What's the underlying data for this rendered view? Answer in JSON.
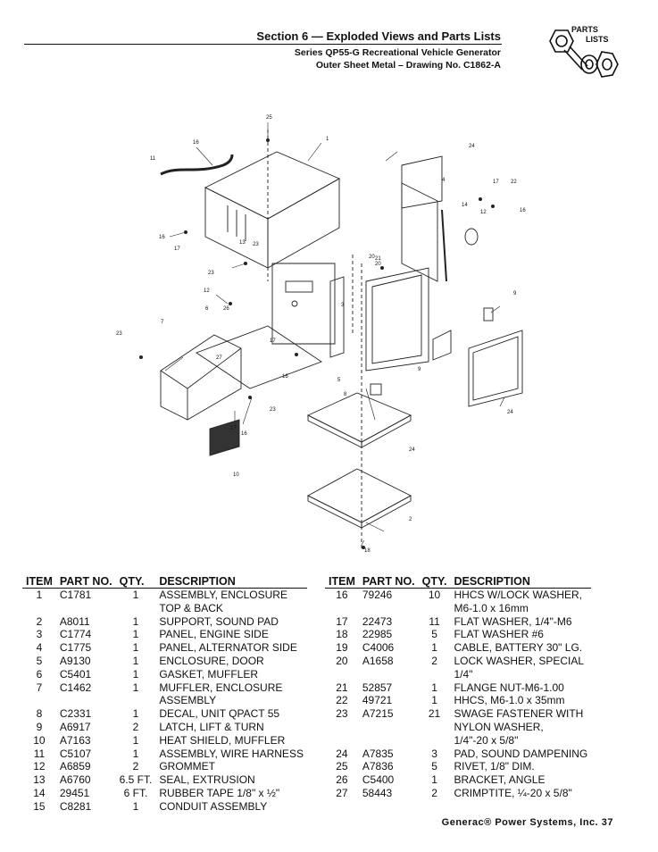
{
  "header": {
    "title": "Section 6 — Exploded Views and Parts Lists",
    "subtitle1": "Series QP55-G Recreational Vehicle Generator",
    "subtitle2": "Outer Sheet Metal – Drawing No. C1862-A",
    "badge_line1": "PARTS",
    "badge_line2": "LISTS",
    "badge_icon": "nut-bolt-icon"
  },
  "diagram": {
    "callouts": [
      "25",
      "1",
      "16",
      "11",
      "16",
      "17",
      "13",
      "23",
      "23",
      "12",
      "26",
      "6",
      "3",
      "7",
      "23",
      "17",
      "27",
      "16",
      "23",
      "17",
      "16",
      "10",
      "24",
      "4",
      "17",
      "22",
      "14",
      "12",
      "16",
      "20",
      "20",
      "21",
      "9",
      "5",
      "8",
      "9",
      "24",
      "24",
      "2",
      "18"
    ]
  },
  "table": {
    "headers": {
      "item": "ITEM",
      "part": "PART NO.",
      "qty": "QTY.",
      "desc": "DESCRIPTION"
    },
    "left_rows": [
      {
        "item": "1",
        "part": "C1781",
        "qty": "1",
        "desc": "ASSEMBLY, ENCLOSURE"
      },
      {
        "item": "",
        "part": "",
        "qty": "",
        "desc": "TOP & BACK"
      },
      {
        "item": "2",
        "part": "A8011",
        "qty": "1",
        "desc": "SUPPORT, SOUND PAD"
      },
      {
        "item": "3",
        "part": "C1774",
        "qty": "1",
        "desc": "PANEL, ENGINE SIDE"
      },
      {
        "item": "4",
        "part": "C1775",
        "qty": "1",
        "desc": "PANEL, ALTERNATOR SIDE"
      },
      {
        "item": "5",
        "part": "A9130",
        "qty": "1",
        "desc": "ENCLOSURE, DOOR"
      },
      {
        "item": "6",
        "part": "C5401",
        "qty": "1",
        "desc": "GASKET, MUFFLER"
      },
      {
        "item": "7",
        "part": "C1462",
        "qty": "1",
        "desc": "MUFFLER, ENCLOSURE"
      },
      {
        "item": "",
        "part": "",
        "qty": "",
        "desc": "ASSEMBLY"
      },
      {
        "item": "8",
        "part": "C2331",
        "qty": "1",
        "desc": "DECAL, UNIT QPACT 55"
      },
      {
        "item": "9",
        "part": "A6917",
        "qty": "2",
        "desc": "LATCH, LIFT & TURN"
      },
      {
        "item": "10",
        "part": "A7163",
        "qty": "1",
        "desc": "HEAT SHIELD, MUFFLER"
      },
      {
        "item": "11",
        "part": "C5107",
        "qty": "1",
        "desc": "ASSEMBLY, WIRE HARNESS"
      },
      {
        "item": "12",
        "part": "A6859",
        "qty": "2",
        "desc": "GROMMET"
      },
      {
        "item": "13",
        "part": "A6760",
        "qty": "6.5 FT.",
        "desc": "SEAL, EXTRUSION"
      },
      {
        "item": "14",
        "part": "29451",
        "qty": "6 FT.",
        "desc": "RUBBER TAPE 1/8\" x ½\""
      },
      {
        "item": "15",
        "part": "C8281",
        "qty": "1",
        "desc": "CONDUIT ASSEMBLY"
      }
    ],
    "right_rows": [
      {
        "item": "16",
        "part": "79246",
        "qty": "10",
        "desc": "HHCS W/LOCK WASHER,"
      },
      {
        "item": "",
        "part": "",
        "qty": "",
        "desc": "M6-1.0 x 16mm"
      },
      {
        "item": "17",
        "part": "22473",
        "qty": "11",
        "desc": "FLAT WASHER, 1/4\"-M6"
      },
      {
        "item": "18",
        "part": "22985",
        "qty": "5",
        "desc": "FLAT WASHER #6"
      },
      {
        "item": "19",
        "part": "C4006",
        "qty": "1",
        "desc": "CABLE, BATTERY 30\" LG."
      },
      {
        "item": "20",
        "part": "A1658",
        "qty": "2",
        "desc": "LOCK WASHER, SPECIAL"
      },
      {
        "item": "",
        "part": "",
        "qty": "",
        "desc": "1/4\""
      },
      {
        "item": "21",
        "part": "52857",
        "qty": "1",
        "desc": "FLANGE NUT-M6-1.00"
      },
      {
        "item": "22",
        "part": "49721",
        "qty": "1",
        "desc": "HHCS, M6-1.0 x 35mm"
      },
      {
        "item": "23",
        "part": "A7215",
        "qty": "21",
        "desc": "SWAGE FASTENER WITH"
      },
      {
        "item": "",
        "part": "",
        "qty": "",
        "desc": "NYLON WASHER,"
      },
      {
        "item": "",
        "part": "",
        "qty": "",
        "desc": "1/4\"-20 x 5/8\""
      },
      {
        "item": "24",
        "part": "A7835",
        "qty": "3",
        "desc": "PAD, SOUND DAMPENING"
      },
      {
        "item": "25",
        "part": "A7836",
        "qty": "5",
        "desc": "RIVET, 1/8\" DIM."
      },
      {
        "item": "26",
        "part": "C5400",
        "qty": "1",
        "desc": "BRACKET, ANGLE"
      },
      {
        "item": "27",
        "part": "58443",
        "qty": "2",
        "desc": "CRIMPTITE, ¼-20 x 5/8\""
      }
    ]
  },
  "footer": {
    "text": "Generac® Power Systems, Inc.  37"
  }
}
